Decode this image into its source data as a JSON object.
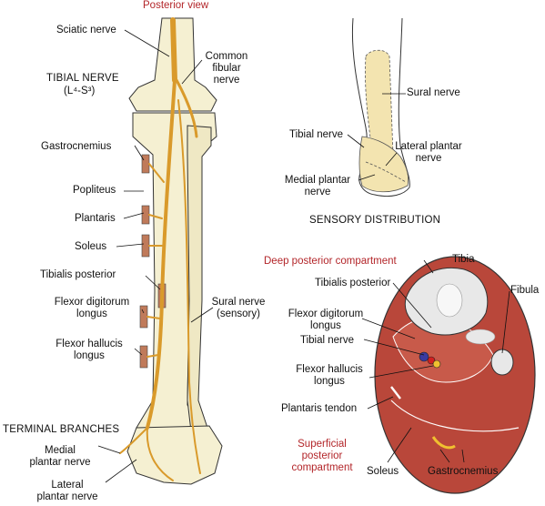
{
  "header": {
    "view": "Posterior view"
  },
  "leg": {
    "sciatic": "Sciatic nerve",
    "common_fibular_1": "Common",
    "common_fibular_2": "fibular",
    "common_fibular_3": "nerve",
    "tibial_title": "TIBIAL NERVE",
    "tibial_roots": "(L⁴-S³)",
    "gastrocnemius": "Gastrocnemius",
    "popliteus": "Popliteus",
    "plantaris": "Plantaris",
    "soleus": "Soleus",
    "tibialis_posterior": "Tibialis posterior",
    "fdl_1": "Flexor digitorum",
    "fdl_2": "longus",
    "fhl_1": "Flexor hallucis",
    "fhl_2": "longus",
    "sural_1": "Sural nerve",
    "sural_2": "(sensory)",
    "terminal": "TERMINAL BRANCHES",
    "medial_plantar_1": "Medial",
    "medial_plantar_2": "plantar nerve",
    "lateral_plantar_1": "Lateral",
    "lateral_plantar_2": "plantar nerve"
  },
  "sensory": {
    "sural": "Sural nerve",
    "tibial": "Tibial nerve",
    "lateral_plantar_1": "Lateral plantar",
    "lateral_plantar_2": "nerve",
    "medial_plantar_1": "Medial plantar",
    "medial_plantar_2": "nerve",
    "caption": "SENSORY DISTRIBUTION"
  },
  "section": {
    "deep": "Deep posterior compartment",
    "tibia": "Tibia",
    "tibialis_posterior": "Tibialis posterior",
    "fibula": "Fibula",
    "fdl_1": "Flexor digitorum",
    "fdl_2": "longus",
    "tibial_nerve": "Tibial nerve",
    "fhl_1": "Flexor hallucis",
    "fhl_2": "longus",
    "plantaris_tendon": "Plantaris tendon",
    "superficial_1": "Superficial",
    "superficial_2": "posterior",
    "superficial_3": "compartment",
    "soleus": "Soleus",
    "gastrocnemius": "Gastrocnemius"
  },
  "colors": {
    "bone": "#f5f0d2",
    "nerve": "#d99a2b",
    "muscle": "#b9473a",
    "skin_area": "#f3e4b0",
    "caption_red": "#b3262a"
  }
}
